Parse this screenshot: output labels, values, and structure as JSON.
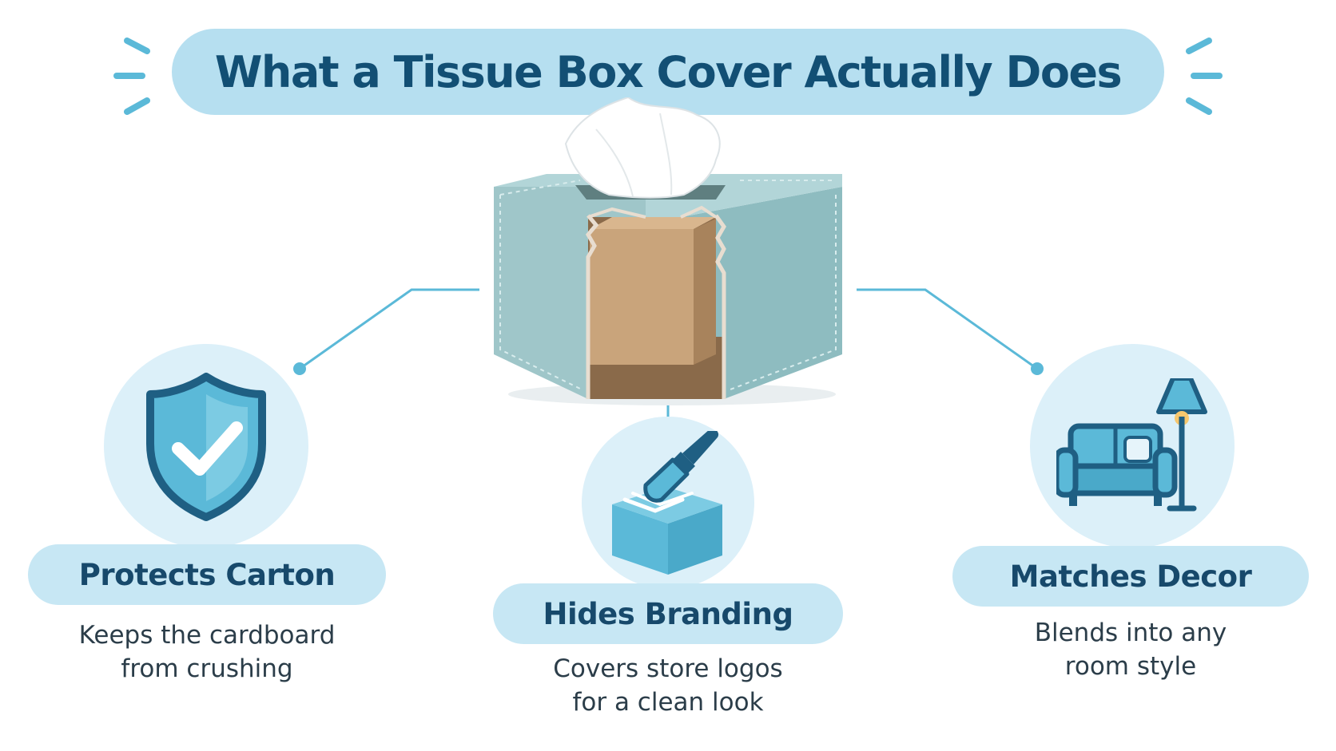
{
  "title": "What a Tissue Box Cover Actually Does",
  "colors": {
    "title_pill": "#b6dff0",
    "title_text": "#124f74",
    "accent": "#5bb9d8",
    "icon_circle": "#dcf0f9",
    "label_pill": "#c7e7f4",
    "label_text": "#17496b",
    "body_text": "#2b3d49",
    "icon_dark": "#1f5f83"
  },
  "features": [
    {
      "icon": "shield-check-icon",
      "label": "Protects Carton",
      "description_lines": [
        "Keeps the cardboard",
        "from crushing"
      ]
    },
    {
      "icon": "paintbrush-box-icon",
      "label": "Hides Branding",
      "description_lines": [
        "Covers store logos",
        "for a clean look"
      ]
    },
    {
      "icon": "sofa-lamp-icon",
      "label": "Matches Decor",
      "description_lines": [
        "Blends into any",
        "room style"
      ]
    }
  ]
}
